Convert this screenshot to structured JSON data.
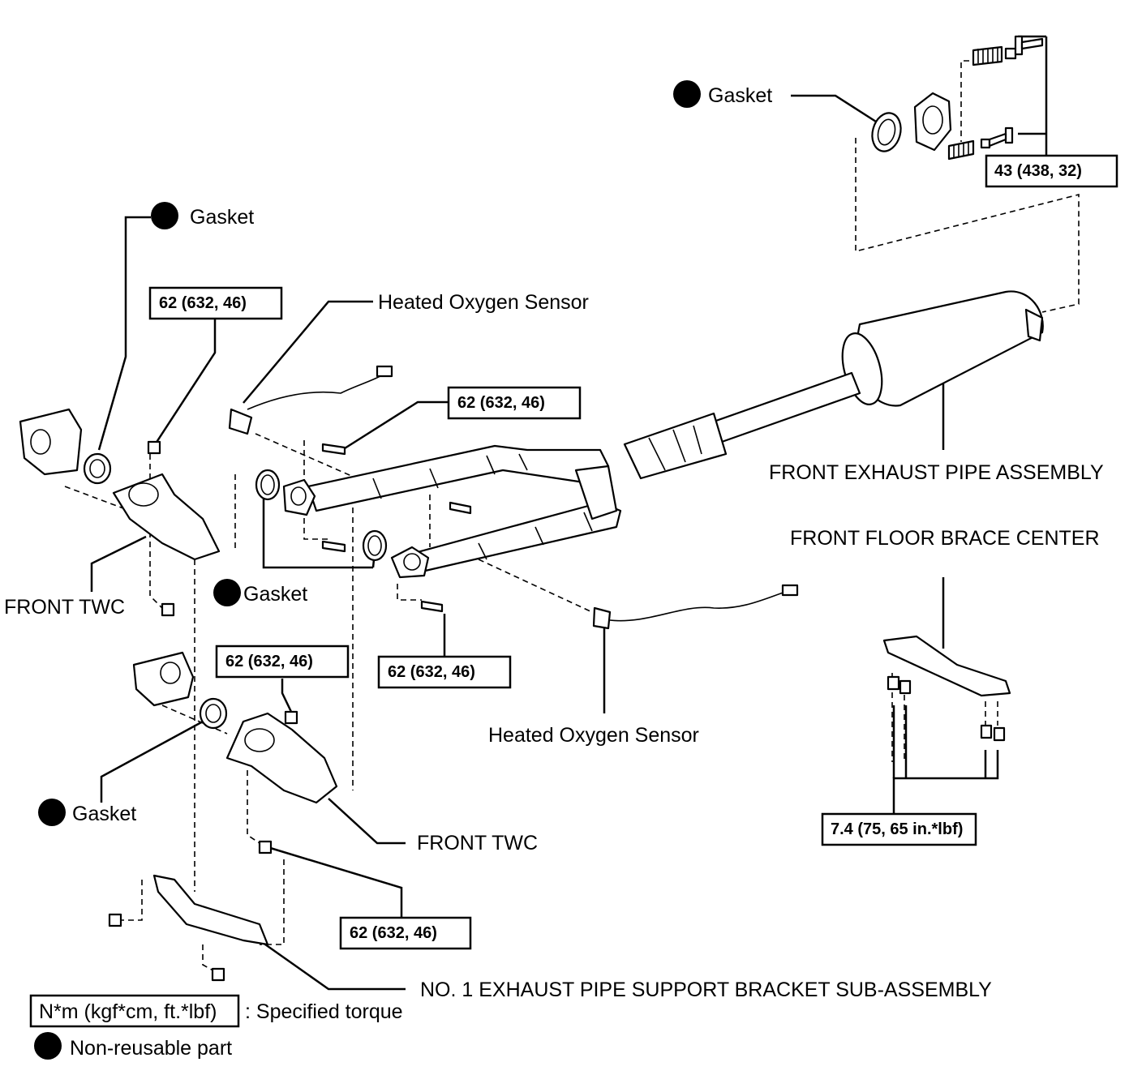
{
  "labels": {
    "gasket": "Gasket",
    "heated_oxygen_sensor": "Heated Oxygen Sensor",
    "front_exhaust_pipe_assembly": "FRONT EXHAUST PIPE ASSEMBLY",
    "front_floor_brace_center": "FRONT FLOOR BRACE CENTER",
    "front_twc": "FRONT TWC",
    "support_bracket": "NO. 1 EXHAUST PIPE SUPPORT BRACKET SUB-ASSEMBLY"
  },
  "torques": {
    "t62": "62 (632, 46)",
    "t43": "43 (438, 32)",
    "t74": "7.4 (75, 65 in.*lbf)"
  },
  "legend": {
    "unit_box": "N*m (kgf*cm, ft.*lbf)",
    "unit_text": ": Specified torque",
    "nonreusable": "Non-reusable part"
  },
  "colors": {
    "ink": "#000000",
    "paper": "#ffffff"
  }
}
